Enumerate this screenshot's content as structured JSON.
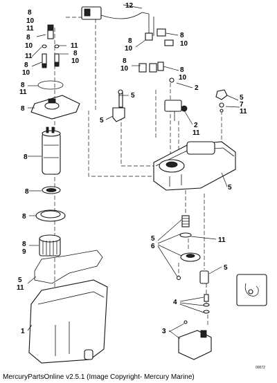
{
  "footer": "MercuryPartsOnline v2.5.1 (Image Copyright- Mercury Marine)",
  "doc_number": "00072",
  "callouts": [
    {
      "id": "c-8a",
      "text": "8"
    },
    {
      "id": "c-10a",
      "text": "10"
    },
    {
      "id": "c-11a",
      "text": "11"
    },
    {
      "id": "c-8b",
      "text": "8"
    },
    {
      "id": "c-10b",
      "text": "10"
    },
    {
      "id": "c-11b",
      "text": "11"
    },
    {
      "id": "c-11c",
      "text": "11"
    },
    {
      "id": "c-8c",
      "text": "8"
    },
    {
      "id": "c-10c",
      "text": "10"
    },
    {
      "id": "c-8d",
      "text": "8"
    },
    {
      "id": "c-10d",
      "text": "10"
    },
    {
      "id": "c-8e",
      "text": "8"
    },
    {
      "id": "c-11d",
      "text": "11"
    },
    {
      "id": "c-8f",
      "text": "8"
    },
    {
      "id": "c-8g",
      "text": "8"
    },
    {
      "id": "c-8h",
      "text": "8"
    },
    {
      "id": "c-8i",
      "text": "8"
    },
    {
      "id": "c-8j",
      "text": "8"
    },
    {
      "id": "c-9a",
      "text": "9"
    },
    {
      "id": "c-5a",
      "text": "5"
    },
    {
      "id": "c-11e",
      "text": "11"
    },
    {
      "id": "c-1",
      "text": "1"
    },
    {
      "id": "c-12",
      "text": "12"
    },
    {
      "id": "c-8k",
      "text": "8"
    },
    {
      "id": "c-10e",
      "text": "10"
    },
    {
      "id": "c-8l",
      "text": "8"
    },
    {
      "id": "c-10f",
      "text": "10"
    },
    {
      "id": "c-8m",
      "text": "8"
    },
    {
      "id": "c-10g",
      "text": "10"
    },
    {
      "id": "c-8n",
      "text": "8"
    },
    {
      "id": "c-10h",
      "text": "10"
    },
    {
      "id": "c-2a",
      "text": "2"
    },
    {
      "id": "c-5b",
      "text": "5"
    },
    {
      "id": "c-2b",
      "text": "2"
    },
    {
      "id": "c-11f",
      "text": "11"
    },
    {
      "id": "c-5c",
      "text": "5"
    },
    {
      "id": "c-7",
      "text": "7"
    },
    {
      "id": "c-11g",
      "text": "11"
    },
    {
      "id": "c-5d",
      "text": "5"
    },
    {
      "id": "c-5e",
      "text": "5"
    },
    {
      "id": "c-5f",
      "text": "5"
    },
    {
      "id": "c-6",
      "text": "6"
    },
    {
      "id": "c-11h",
      "text": "11"
    },
    {
      "id": "c-5g",
      "text": "5"
    },
    {
      "id": "c-4",
      "text": "4"
    },
    {
      "id": "c-3",
      "text": "3"
    }
  ]
}
